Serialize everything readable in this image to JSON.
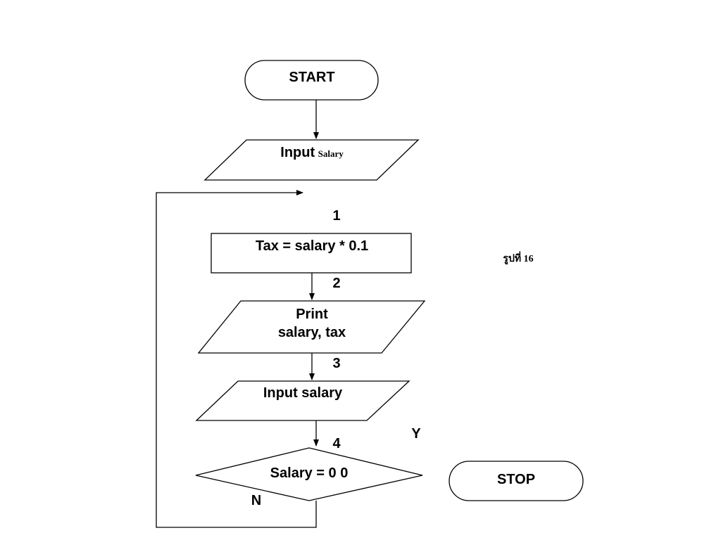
{
  "flowchart": {
    "start": {
      "label": "START"
    },
    "input_salary_top": {
      "label": "Input",
      "label_small": "Salary"
    },
    "step_markers": [
      "1",
      "2",
      "3",
      "4"
    ],
    "tax_process": {
      "label": "Tax = salary * 0.1"
    },
    "print_output": {
      "line1": "Print",
      "line2": "salary, tax"
    },
    "input_salary_loop": {
      "label": "Input salary"
    },
    "decision": {
      "label": "Salary = 0 0",
      "yes_label": "Y",
      "no_label": "N"
    },
    "stop": {
      "label": "STOP"
    },
    "caption": "รูปที่ 16"
  }
}
